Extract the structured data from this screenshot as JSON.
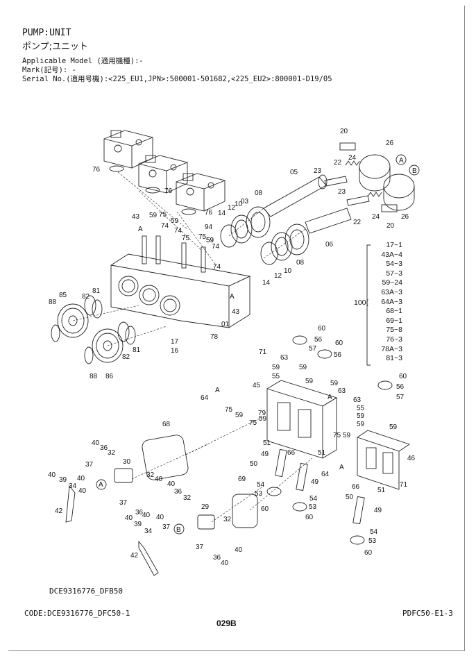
{
  "header": {
    "title": "PUMP:UNIT",
    "title_jp": "ポンプ;ユニット",
    "applicable_model": "Applicable Model (適用機種):-",
    "mark": "Mark(記号): -",
    "serial": "Serial No.(適用号機):<225_EU1,JPN>:500001-501682,<225_EU2>:800001-D19/05"
  },
  "kit": {
    "number": "100",
    "items": [
      "17~1",
      "43A~4",
      "54~3",
      "57~3",
      "59~24",
      "63A~3",
      "64A~3",
      "68~1",
      "69~1",
      "75~8",
      "76~3",
      "78A~3",
      "81~3"
    ]
  },
  "callouts": {
    "top": [
      "20",
      "26",
      "A",
      "B",
      "05",
      "22",
      "24",
      "23",
      "23",
      "22",
      "24",
      "20",
      "26",
      "08",
      "03",
      "10",
      "12",
      "14",
      "59",
      "06",
      "12",
      "10",
      "08",
      "14",
      "76",
      "76",
      "76"
    ],
    "upper_left": [
      "43",
      "A",
      "59",
      "75",
      "74",
      "59",
      "74",
      "75",
      "94",
      "75",
      "59",
      "74",
      "74",
      "A",
      "43",
      "01",
      "78",
      "85",
      "81",
      "82",
      "88",
      "17",
      "16",
      "81",
      "82",
      "88",
      "86"
    ],
    "middle": [
      "60",
      "56",
      "60",
      "57",
      "56",
      "71",
      "63",
      "59",
      "55",
      "59",
      "59",
      "45",
      "63",
      "59",
      "A",
      "64",
      "A",
      "75",
      "59",
      "75",
      "59",
      "79",
      "68"
    ],
    "lower_right": [
      "60",
      "56",
      "57",
      "63",
      "59",
      "59",
      "55",
      "59",
      "75",
      "59",
      "51",
      "49",
      "66",
      "51",
      "50",
      "46",
      "64",
      "A",
      "66",
      "50",
      "51",
      "71",
      "49",
      "54",
      "53",
      "60",
      "69",
      "54",
      "53",
      "60",
      "49",
      "54",
      "53",
      "60"
    ],
    "lower_left": [
      "40",
      "36",
      "32",
      "37",
      "30",
      "40",
      "39",
      "34",
      "40",
      "A",
      "40",
      "42",
      "37",
      "32",
      "40",
      "36",
      "40",
      "40",
      "36",
      "32",
      "29",
      "39",
      "37",
      "34",
      "40",
      "B",
      "40",
      "42",
      "37",
      "36",
      "40",
      "32",
      "40"
    ]
  },
  "footer": {
    "drawing_code": "DCE9316776_DFB50",
    "code": "CODE:DCE9316776_DFC50-1",
    "page": "029B",
    "ref": "PDFC50-E1-3"
  }
}
